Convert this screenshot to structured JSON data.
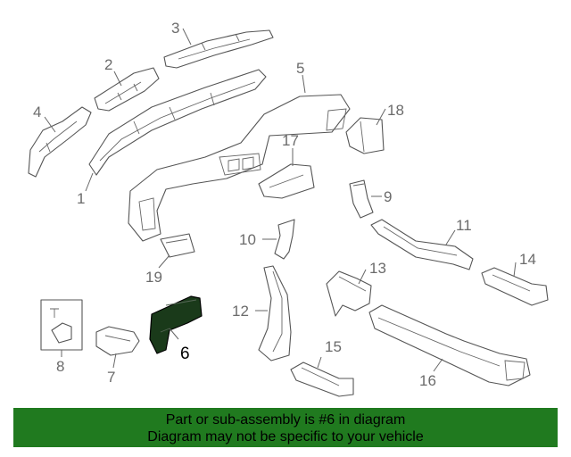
{
  "callouts": {
    "c1": "1",
    "c2": "2",
    "c3": "3",
    "c4": "4",
    "c5": "5",
    "c6": "6",
    "c7": "7",
    "c8": "8",
    "c9": "9",
    "c10": "10",
    "c11": "11",
    "c12": "12",
    "c13": "13",
    "c14": "14",
    "c15": "15",
    "c16": "16",
    "c17": "17",
    "c18": "18",
    "c19": "19"
  },
  "highlighted_part": "6",
  "colors": {
    "highlight": "#1a3a1a",
    "banner": "#207a1f",
    "line": "#555555"
  },
  "banner": {
    "line1": "Part or sub-assembly is #6 in diagram",
    "line2": "Diagram may not be specific to your vehicle"
  }
}
